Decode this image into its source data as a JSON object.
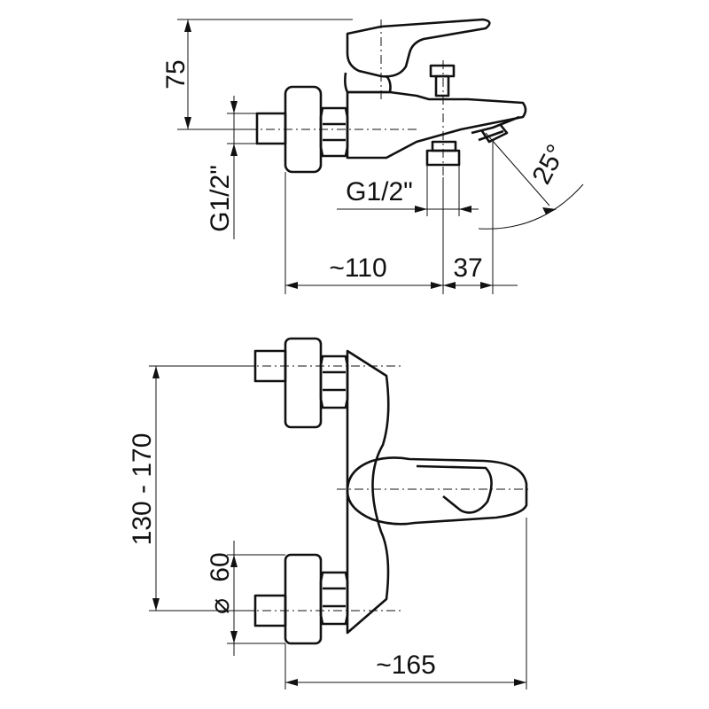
{
  "dimensions": {
    "height_75": "75",
    "thread_side": "G1/2\"",
    "thread_bottom": "G1/2\"",
    "depth_110": "~110",
    "spout_37": "37",
    "angle_25": "25°",
    "spacing": "130 - 170",
    "diameter_60": "60",
    "width_165": "~165"
  },
  "symbols": {
    "diameter": "⌀"
  },
  "colors": {
    "line": "#111111",
    "background": "#ffffff"
  }
}
